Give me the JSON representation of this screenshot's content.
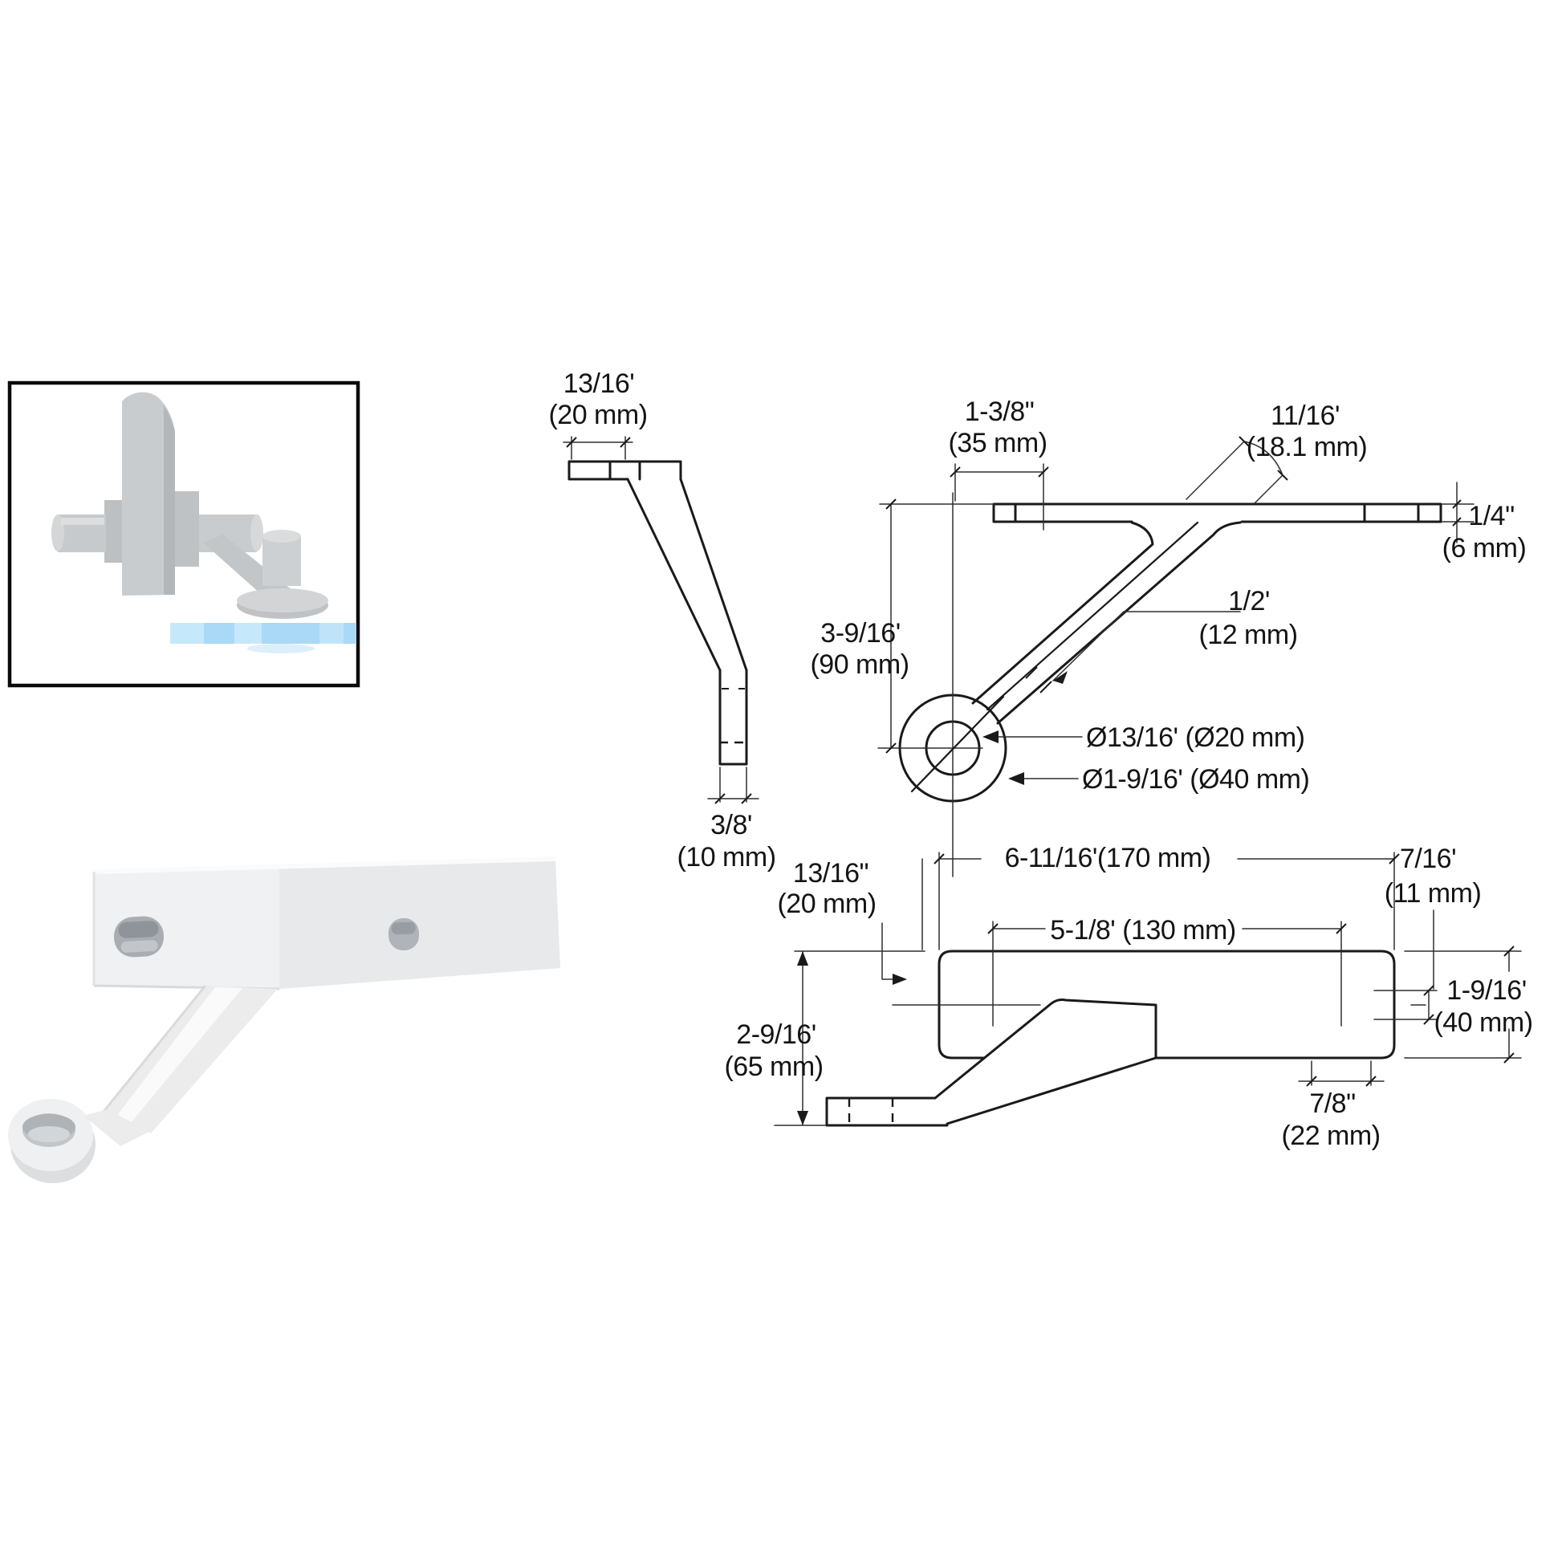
{
  "page": {
    "background": "#ffffff"
  },
  "colors": {
    "line": "#1a1a1a",
    "render_gray": "#c9ccce",
    "render_gray_dark": "#b4b7ba",
    "glass_blue": "#a9d9f6",
    "photo_white": "#f0f1f2"
  },
  "side_view": {
    "dim_plate_width": {
      "l1": "13/16'",
      "l2": "(20 mm)"
    },
    "dim_arm_thickness": {
      "l1": "3/8'",
      "l2": "(10 mm)"
    }
  },
  "front_view": {
    "dim_offset": {
      "l1": "1-3/8\"",
      "l2": "(35 mm)"
    },
    "dim_edge": {
      "l1": "11/16'",
      "l2": "(18.1 mm)"
    },
    "dim_plate_thickness": {
      "l1": "1/4\"",
      "l2": "(6 mm)"
    },
    "dim_height": {
      "l1": "3-9/16'",
      "l2": "(90 mm)"
    },
    "dim_arm_width": {
      "l1": "1/2'",
      "l2": "(12 mm)"
    },
    "dim_hole": "Ø13/16' (Ø20 mm)",
    "dim_boss": "Ø1-9/16' (Ø40 mm)"
  },
  "plan_view": {
    "dim_offset": {
      "l1": "13/16\"",
      "l2": "(20 mm)"
    },
    "dim_length": "6-11/16'(170 mm)",
    "dim_slot_to_edge": {
      "l1": "7/16'",
      "l2": "(11 mm)"
    },
    "dim_slot_centers": "5-1/8' (130 mm)",
    "dim_plate_width": {
      "l1": "1-9/16'",
      "l2": "(40 mm)"
    },
    "dim_depth": {
      "l1": "2-9/16'",
      "l2": "(65 mm)"
    },
    "dim_slot_length": {
      "l1": "7/8\"",
      "l2": "(22 mm)"
    }
  }
}
